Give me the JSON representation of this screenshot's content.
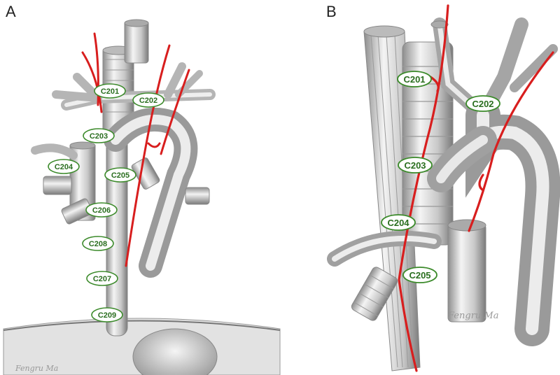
{
  "panels": [
    {
      "letter": "A",
      "labels": [
        "C201",
        "C202",
        "C203",
        "C204",
        "C205",
        "C206",
        "C208",
        "C207",
        "C209"
      ],
      "signature": "Fengru Ma"
    },
    {
      "letter": "B",
      "labels": [
        "C201",
        "C202",
        "C203",
        "C204",
        "C205"
      ],
      "signature": "Fengru Ma"
    }
  ],
  "colors": {
    "label_border": "#3b8a2a",
    "label_text": "#2a6e1f",
    "nerve": "#d81e1e",
    "vessel": "#cfcfcf"
  }
}
